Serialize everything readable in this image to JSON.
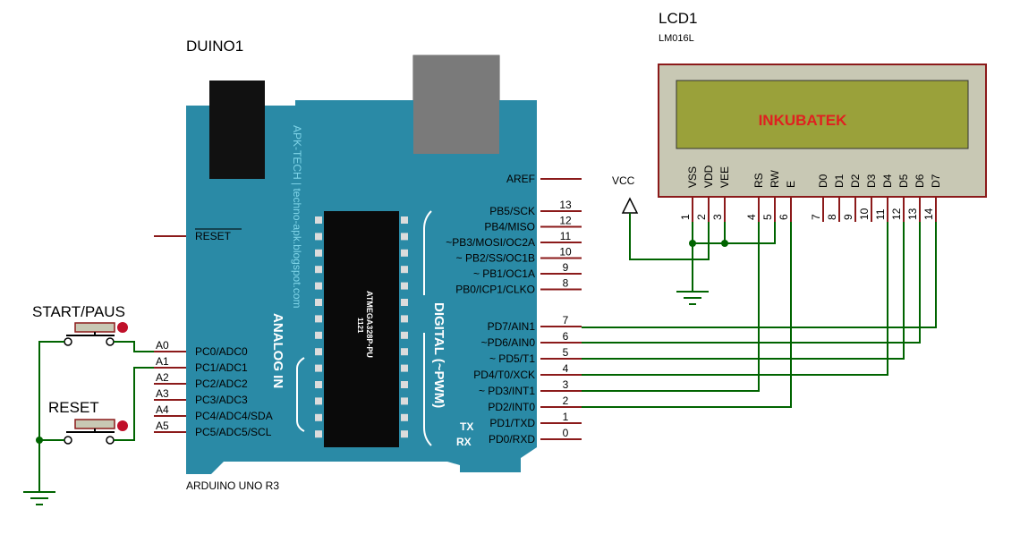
{
  "duino": {
    "ref": "DUINO1",
    "model": "ARDUINO UNO R3",
    "side_text": "APK-TECH | techno-apk.blogspot.com",
    "analog_label": "ANALOG IN",
    "digital_label": "DIGITAL (~PWM)",
    "chip_label": "ATMEGA328P-PU",
    "chip_code": "1121",
    "aref": "AREF",
    "reset": "RESET",
    "tx": "TX",
    "rx": "RX",
    "analog_pins": [
      {
        "inner": "PC0/ADC0",
        "outer": "A0"
      },
      {
        "inner": "PC1/ADC1",
        "outer": "A1"
      },
      {
        "inner": "PC2/ADC2",
        "outer": "A2"
      },
      {
        "inner": "PC3/ADC3",
        "outer": "A3"
      },
      {
        "inner": "PC4/ADC4/SDA",
        "outer": "A4"
      },
      {
        "inner": "PC5/ADC5/SCL",
        "outer": "A5"
      }
    ],
    "digital_pins": [
      {
        "name": "PB5/SCK",
        "num": "13"
      },
      {
        "name": "PB4/MISO",
        "num": "12"
      },
      {
        "name": "~PB3/MOSI/OC2A",
        "num": "11"
      },
      {
        "name": "~ PB2/SS/OC1B",
        "num": "10"
      },
      {
        "name": "~ PB1/OC1A",
        "num": "9"
      },
      {
        "name": "PB0/ICP1/CLKO",
        "num": "8"
      },
      {
        "name": "PD7/AIN1",
        "num": "7"
      },
      {
        "name": "~PD6/AIN0",
        "num": "6"
      },
      {
        "name": "~    PD5/T1",
        "num": "5"
      },
      {
        "name": "PD4/T0/XCK",
        "num": "4"
      },
      {
        "name": "~ PD3/INT1",
        "num": "3"
      },
      {
        "name": "PD2/INT0",
        "num": "2"
      },
      {
        "name": "PD1/TXD",
        "num": "1"
      },
      {
        "name": "PD0/RXD",
        "num": "0"
      }
    ]
  },
  "lcd": {
    "ref": "LCD1",
    "model": "LM016L",
    "display_text": "INKUBATEK",
    "pins": [
      {
        "name": "VSS",
        "num": "1"
      },
      {
        "name": "VDD",
        "num": "2"
      },
      {
        "name": "VEE",
        "num": "3"
      },
      {
        "name": "RS",
        "num": "4"
      },
      {
        "name": "RW",
        "num": "5"
      },
      {
        "name": "E",
        "num": "6"
      },
      {
        "name": "D0",
        "num": "7"
      },
      {
        "name": "D1",
        "num": "8"
      },
      {
        "name": "D2",
        "num": "9"
      },
      {
        "name": "D3",
        "num": "10"
      },
      {
        "name": "D4",
        "num": "11"
      },
      {
        "name": "D5",
        "num": "12"
      },
      {
        "name": "D6",
        "num": "13"
      },
      {
        "name": "D7",
        "num": "14"
      }
    ]
  },
  "vcc": "VCC",
  "buttons": {
    "start": "START/PAUS",
    "reset": "RESET"
  },
  "colors": {
    "board": "#2a8aa6",
    "wire": "#006400",
    "pin": "#8b1a1a",
    "lcd_screen": "#9aa13a",
    "lcd_text": "#e02020"
  }
}
